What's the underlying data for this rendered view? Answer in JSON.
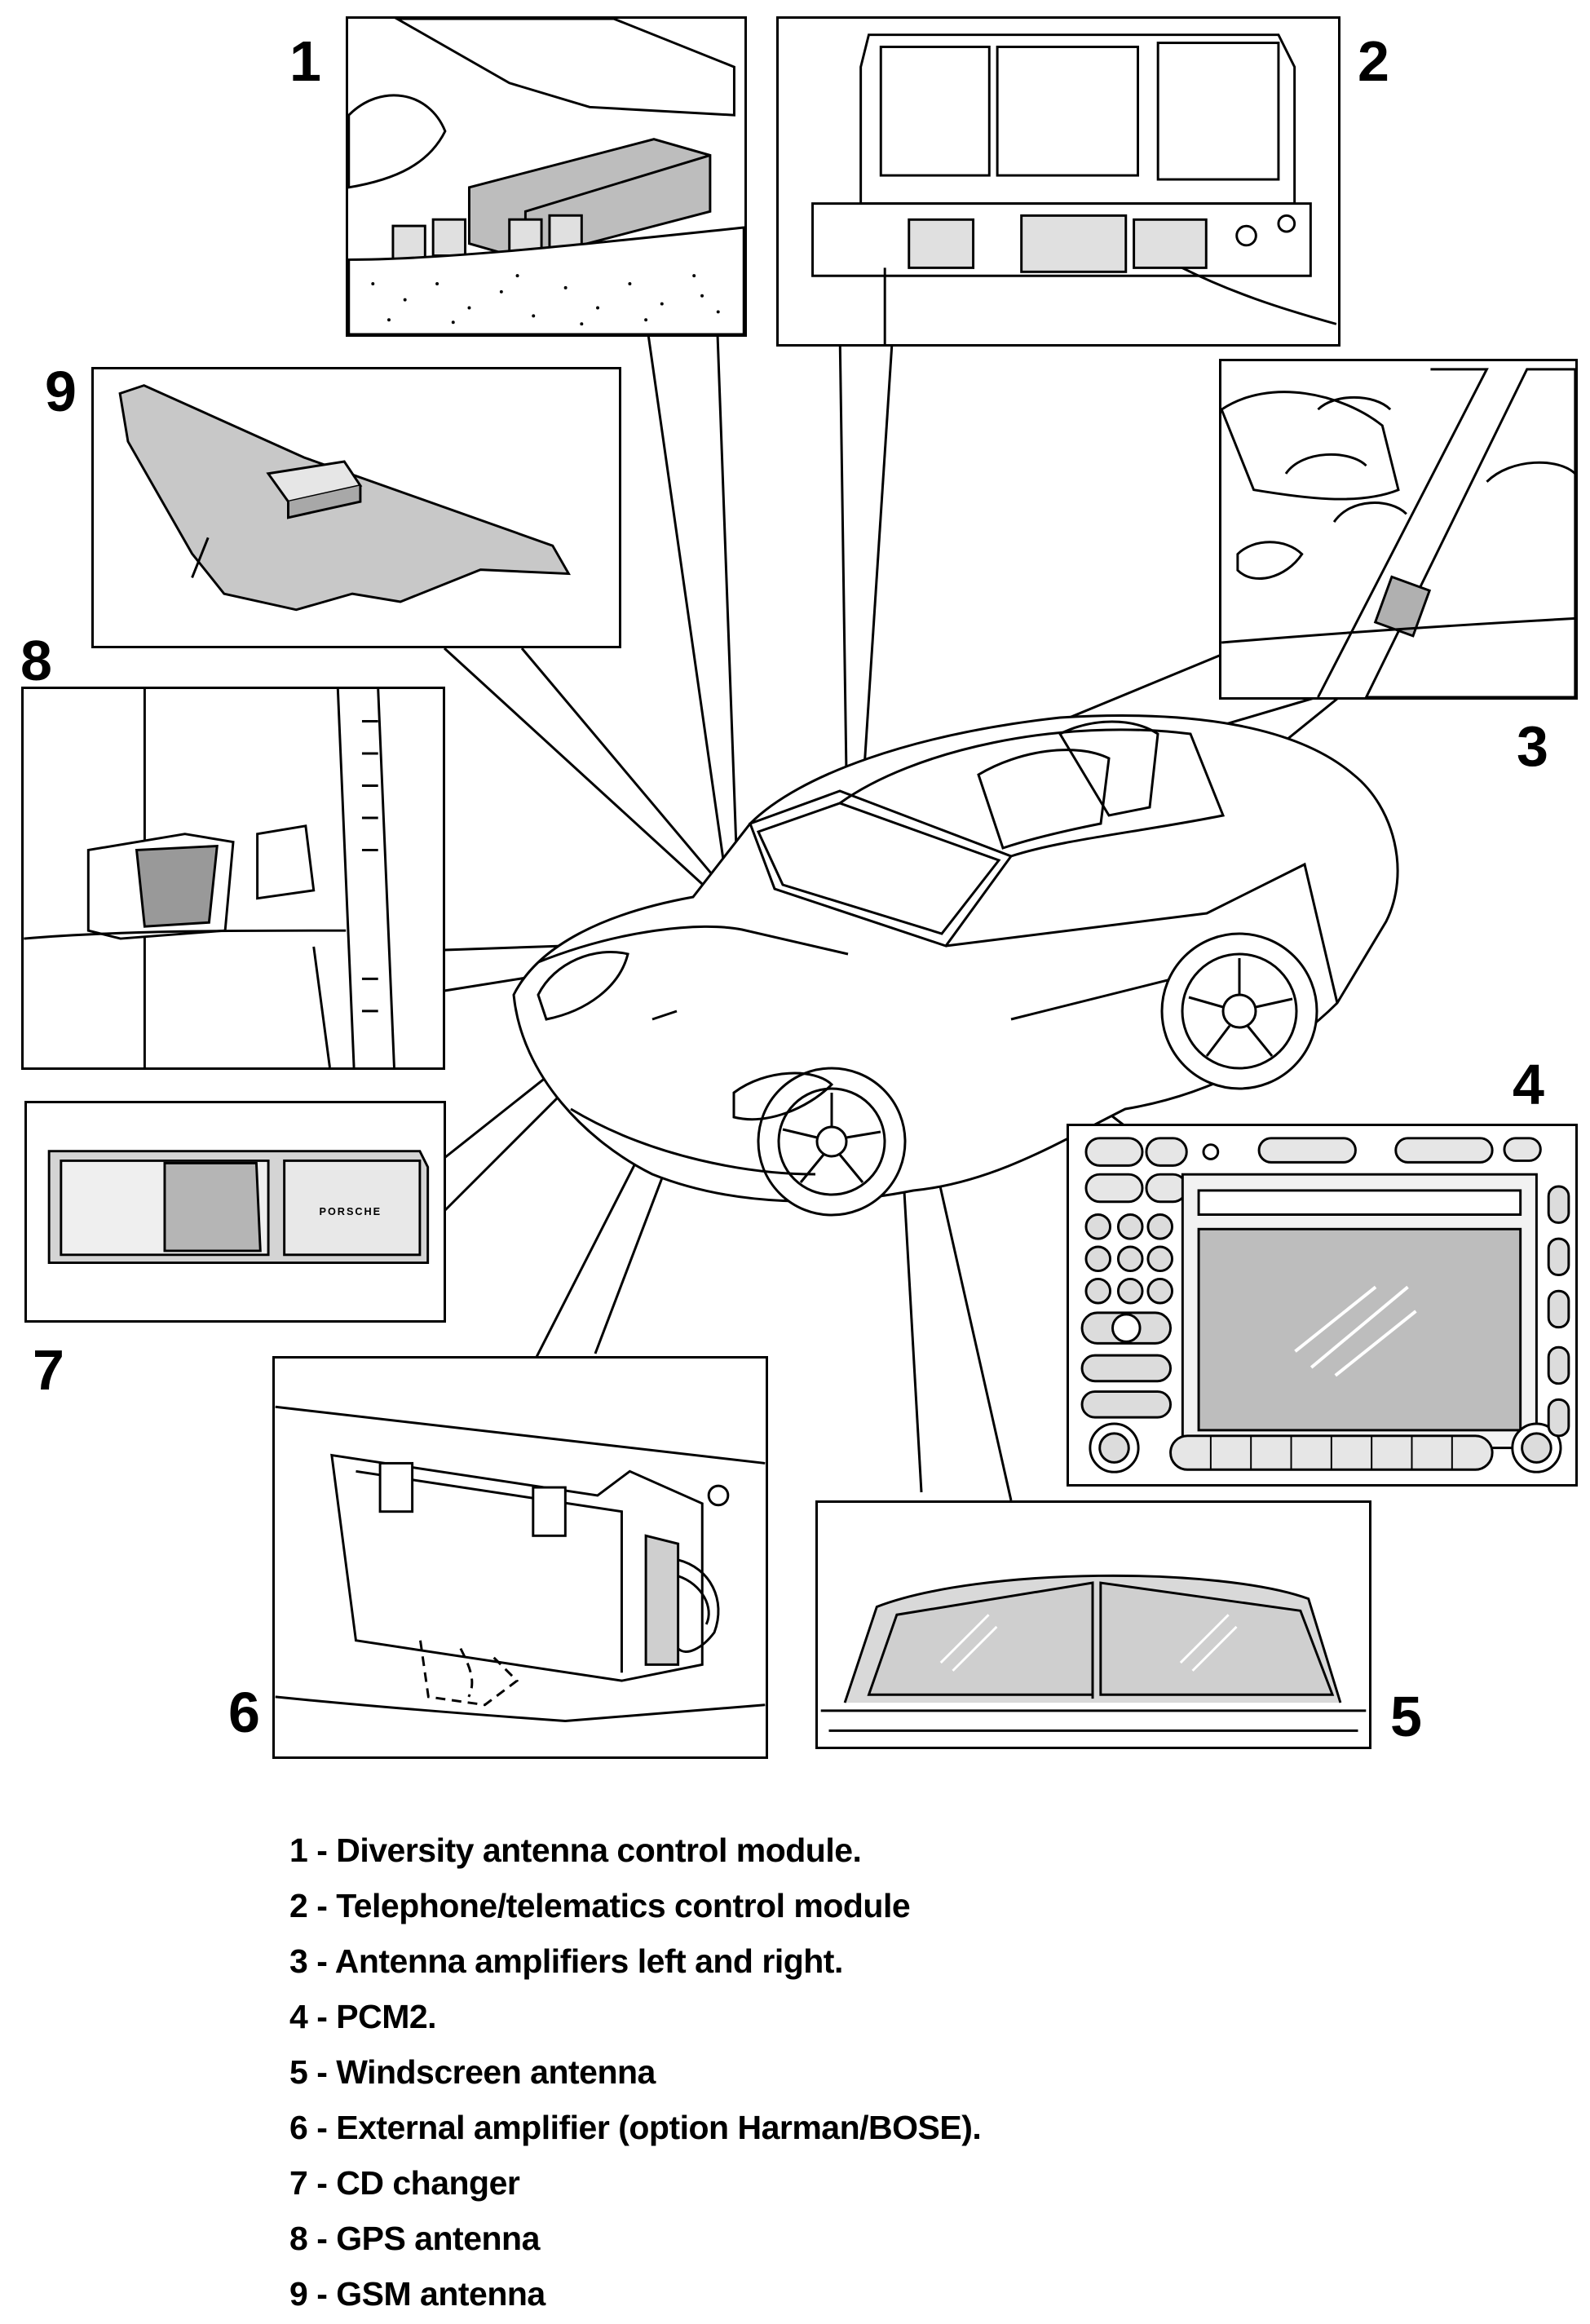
{
  "callouts": [
    {
      "number": "1",
      "label": "1 - Diversity antenna control module."
    },
    {
      "number": "2",
      "label": "2 - Telephone/telematics control module"
    },
    {
      "number": "3",
      "label": "3 - Antenna amplifiers left and right."
    },
    {
      "number": "4",
      "label": "4 - PCM2."
    },
    {
      "number": "5",
      "label": "5 - Windscreen antenna"
    },
    {
      "number": "6",
      "label": "6 - External amplifier (option Harman/BOSE)."
    },
    {
      "number": "7",
      "label": "7 - CD changer"
    },
    {
      "number": "8",
      "label": "8 - GPS antenna"
    },
    {
      "number": "9",
      "label": "9 - GSM antenna"
    }
  ],
  "cd_changer_brand": "PORSCHE"
}
